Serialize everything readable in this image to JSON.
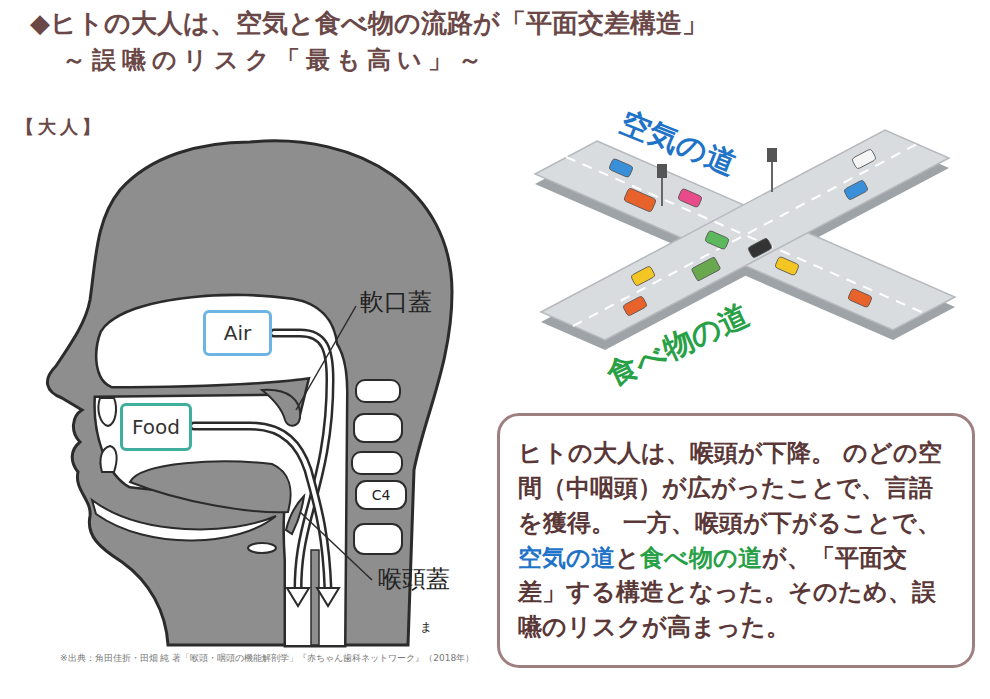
{
  "diagram": {
    "title": "◆ヒトの大人は、空気と食べ物の流路が「平面交差構造」",
    "caption": "※出典：角田佳折・田畑 純 著「喉頭・咽頭の機能解剖学」『赤ちゃん歯科ネットワーク』（2018年）",
    "nodes": [
      {
        "text": [
          "Air"
        ]
      },
      {
        "text": [
          "Food"
        ]
      },
      {
        "text": [
          "ヒトの大人は、喉頭が下降。 のどの空間（中咽頭）が広がったことで、言語を獲得。 一方、喉頭が下がることで、空気の道と食べ物の道が、「平面交差」する構造となった。そのため、誤嚥のリスクが高まった。"
        ]
      }
    ],
    "labels": [
      "～誤嚥のリスク「最も高い」～",
      "【大人】",
      "軟口蓋",
      "C4",
      "喉頭蓋",
      "ま",
      "空気の道",
      "食べ物の道"
    ]
  }
}
